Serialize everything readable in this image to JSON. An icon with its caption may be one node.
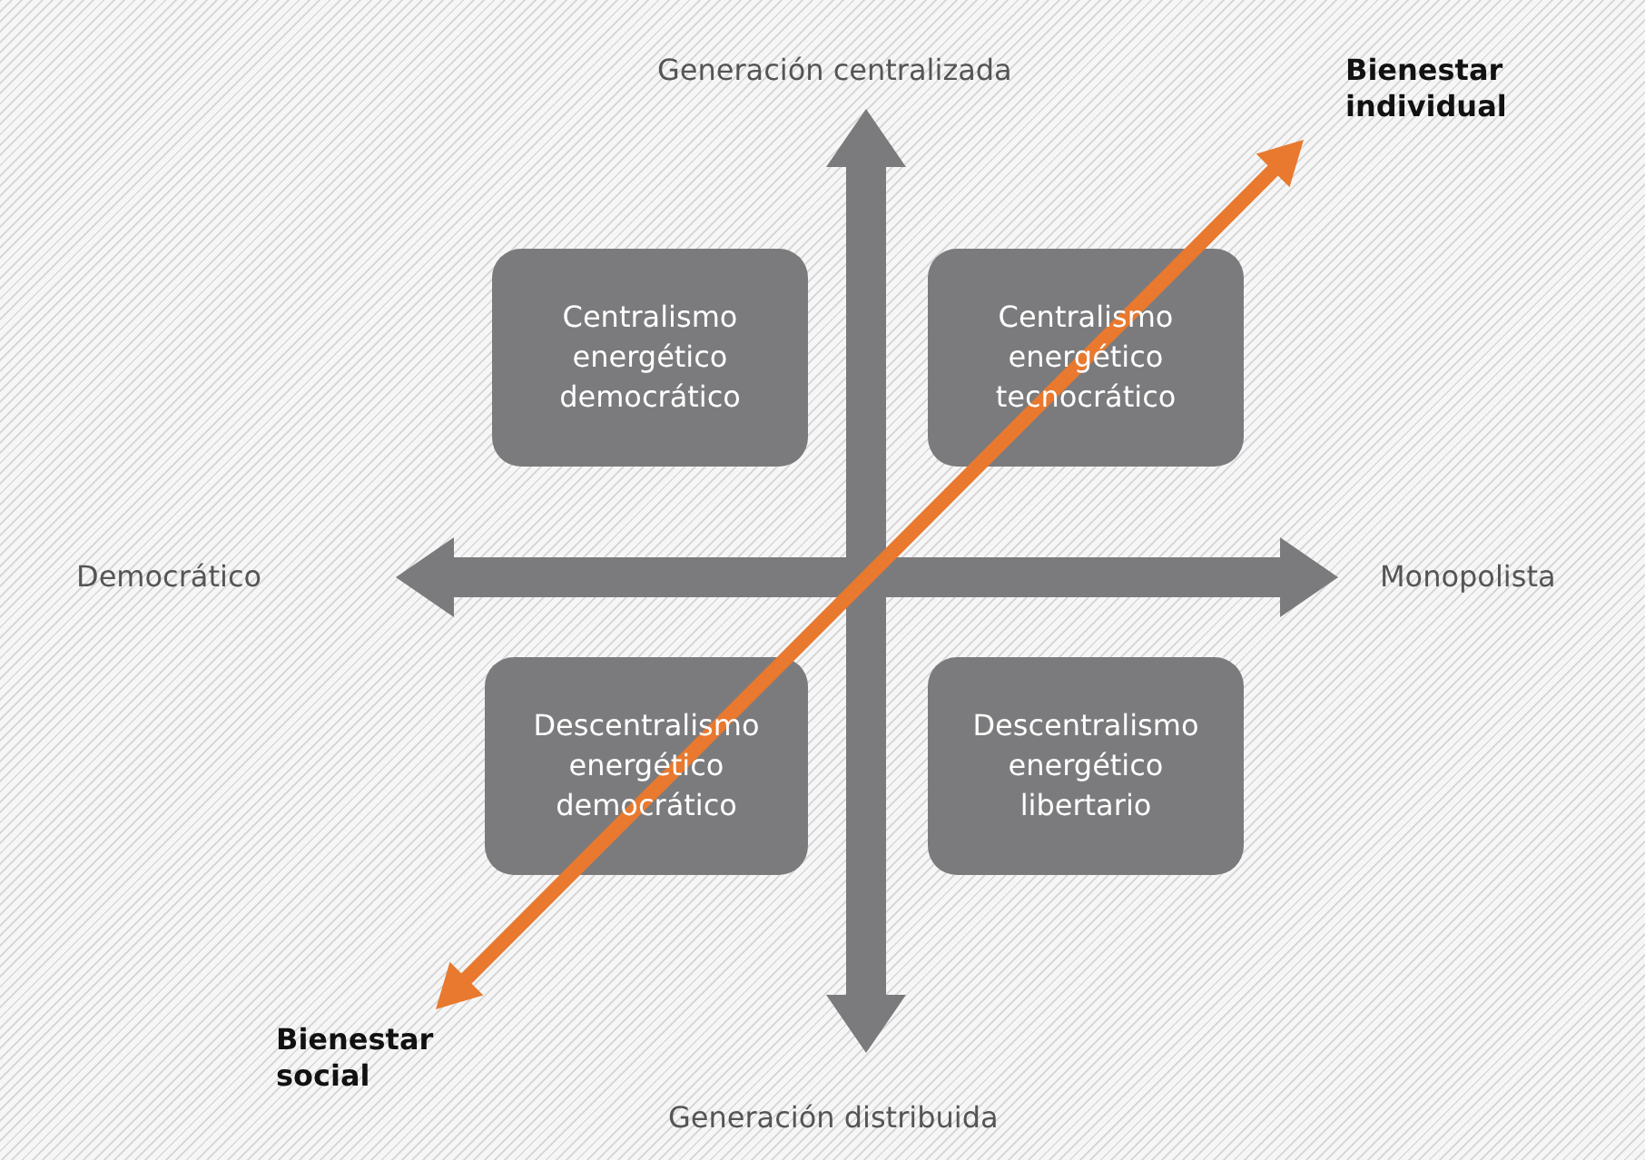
{
  "diagram": {
    "nodes": [
      {
        "text": [
          "Centralismo energético democrático"
        ]
      },
      {
        "text": [
          "Centralismo energético tecnocrático"
        ]
      },
      {
        "text": [
          "Descentralismo energético democrático"
        ]
      },
      {
        "text": [
          "Descentralismo energético libertario"
        ]
      }
    ],
    "labels": [
      "Generación centralizada",
      "Bienestar individual",
      "Democrático",
      "Monopolista",
      "Bienestar social",
      "Generación distribuida"
    ]
  }
}
